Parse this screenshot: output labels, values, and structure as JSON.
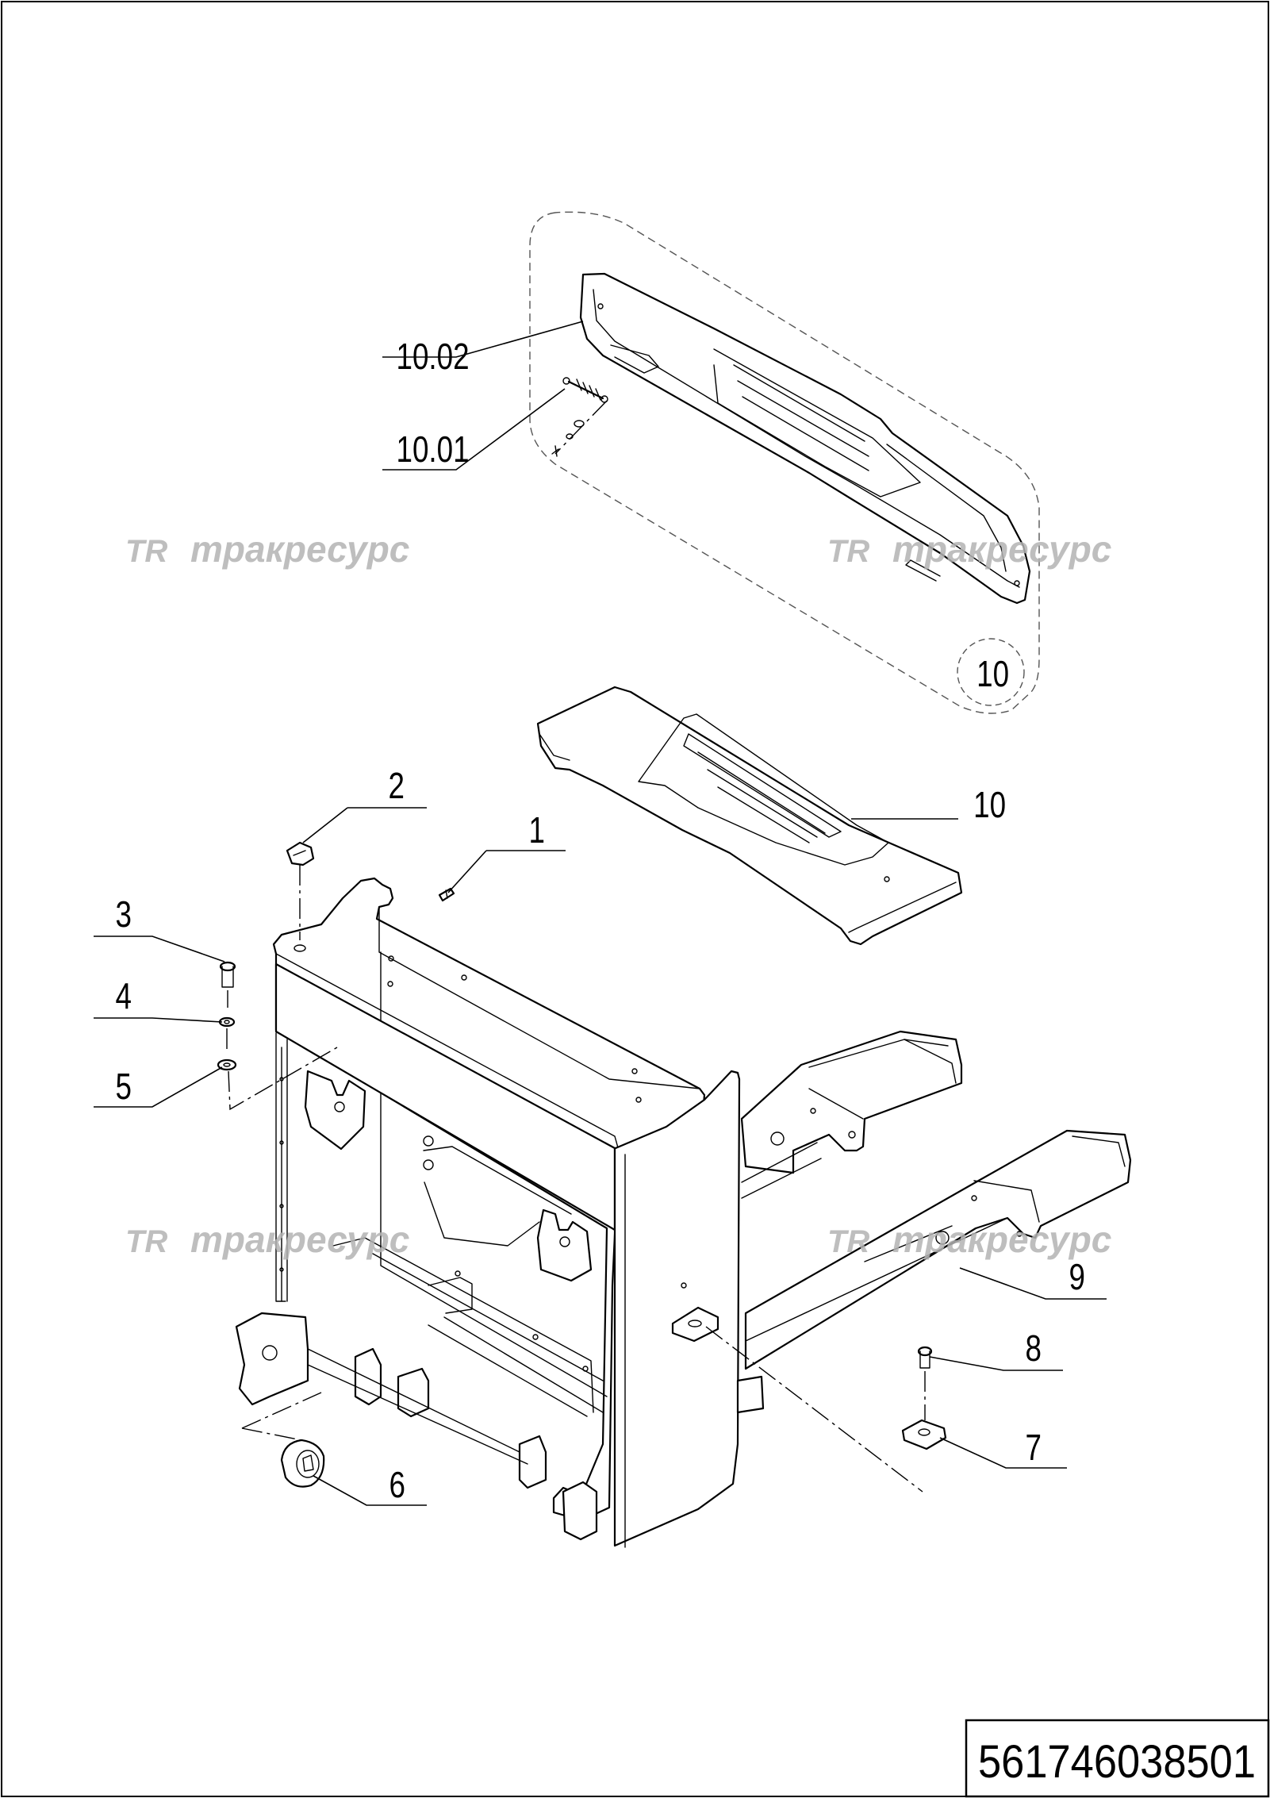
{
  "callouts": {
    "c1": "1",
    "c2": "2",
    "c3": "3",
    "c4": "4",
    "c5": "5",
    "c6": "6",
    "c7": "7",
    "c8": "8",
    "c9": "9",
    "c10_assembly": "10",
    "c10_part": "10",
    "c10_01": "10.01",
    "c10_02": "10.02"
  },
  "watermark": {
    "logo": "TR",
    "text": "тракресурс",
    "color": "#b3b3b3"
  },
  "document_number": "561746038501"
}
